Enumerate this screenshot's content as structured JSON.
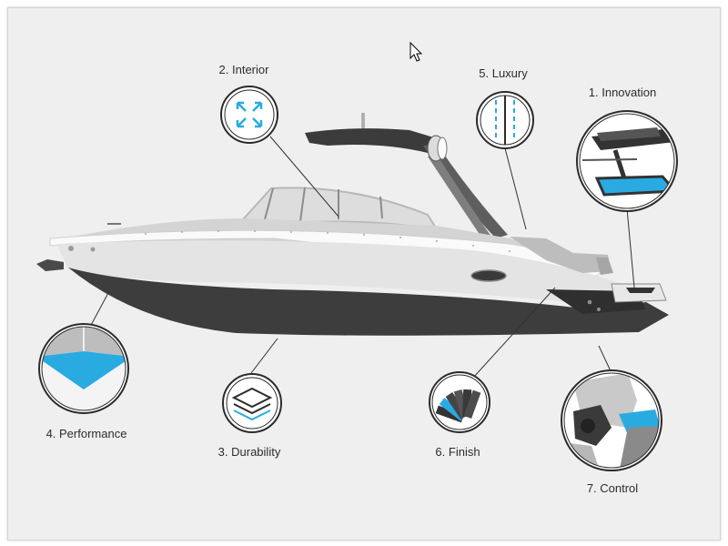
{
  "colors": {
    "background": "#efefef",
    "hull_dark": "#3d3d3d",
    "hull_light": "#e3e3e3",
    "accent_blue": "#29abe2",
    "outline": "#2b2b2b"
  },
  "features": [
    {
      "id": "innovation",
      "label": "1. Innovation",
      "icon": "swim-platform-step-icon"
    },
    {
      "id": "interior",
      "label": "2. Interior",
      "icon": "expand-arrows-icon"
    },
    {
      "id": "durability",
      "label": "3. Durability",
      "icon": "stacked-layers-icon"
    },
    {
      "id": "performance",
      "label": "4. Performance",
      "icon": "hull-wedge-icon"
    },
    {
      "id": "luxury",
      "label": "5. Luxury",
      "icon": "upholstery-seam-icon"
    },
    {
      "id": "finish",
      "label": "6. Finish",
      "icon": "color-swatch-fan-icon"
    },
    {
      "id": "control",
      "label": "7. Control",
      "icon": "stern-drive-icon"
    }
  ]
}
